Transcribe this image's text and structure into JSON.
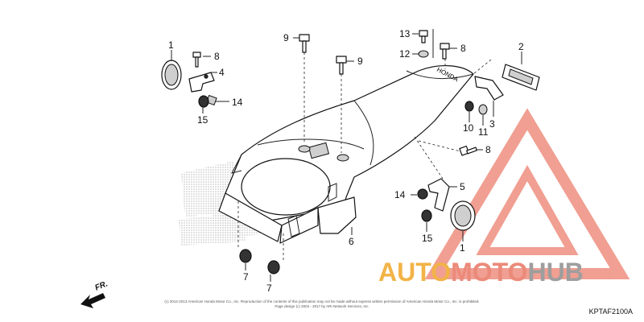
{
  "diagram": {
    "callouts": {
      "c1a": "1",
      "c8a": "8",
      "c4": "4",
      "c14a": "14",
      "c15a": "15",
      "c9a": "9",
      "c9b": "9",
      "c13": "13",
      "c12": "12",
      "c8b": "8",
      "c2": "2",
      "c3": "3",
      "c10": "10",
      "c11": "11",
      "c8c": "8",
      "c5": "5",
      "c14b": "14",
      "c15b": "15",
      "c1b": "1",
      "c6": "6",
      "c7a": "7",
      "c7b": "7"
    },
    "fender_logo": "HONDA",
    "direction_label": "FR.",
    "diagram_code": "KPTAF2100A",
    "copyright": "(c) 2012-2013 American Honda Motor Co., Inc. Reproduction of the contents of this publication may not be made without express written permission of American Honda Motor Co., Inc. is prohibited. Page design (c) 2004 - 2017 by ARI Network Services, Inc.",
    "watermark": {
      "part1": "AUTO",
      "part2": "MOTO",
      "part3": "HUB"
    },
    "colors": {
      "watermark_gold": "#f2b347",
      "watermark_red": "#eb8a7a",
      "watermark_grey": "#9e9e9e"
    }
  }
}
